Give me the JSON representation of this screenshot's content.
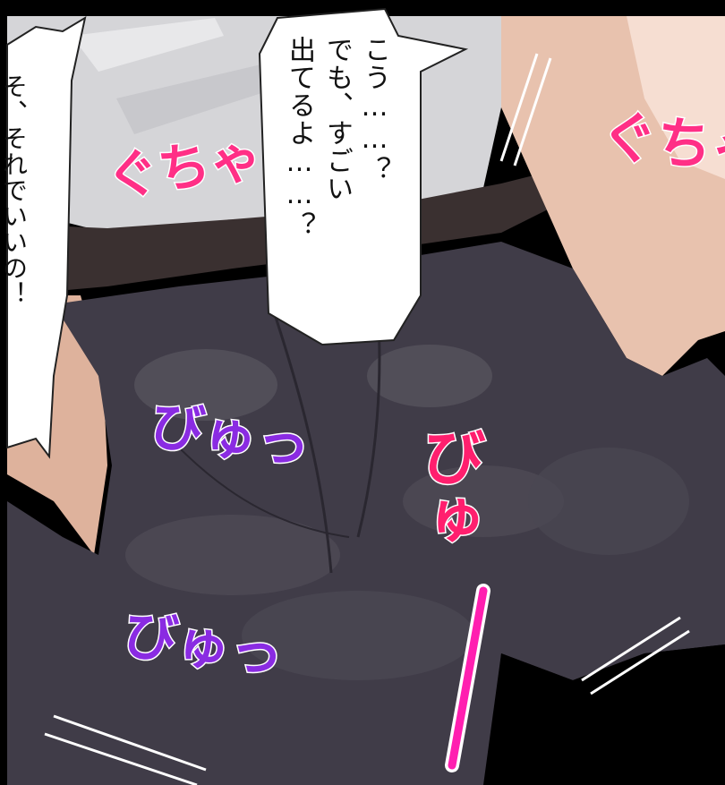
{
  "speech": {
    "bubble_right": {
      "line1": "こう……？",
      "line2": "でも、すごい",
      "line3": "出てるよ……？"
    },
    "bubble_left": {
      "line1": "そ、それでいいの！"
    }
  },
  "sfx": {
    "gucha": "ぐちゃ",
    "byu": "びゅっ",
    "byuu": "びゅ"
  },
  "colors": {
    "sfx_pink": "#ff2f86",
    "sfx_purple": "#8a2be2",
    "sfx_hot_pink": "#ff1f6e",
    "cloth": "#3c3944",
    "skin": "#e3b9a5",
    "hair": "#d9d9dc"
  }
}
